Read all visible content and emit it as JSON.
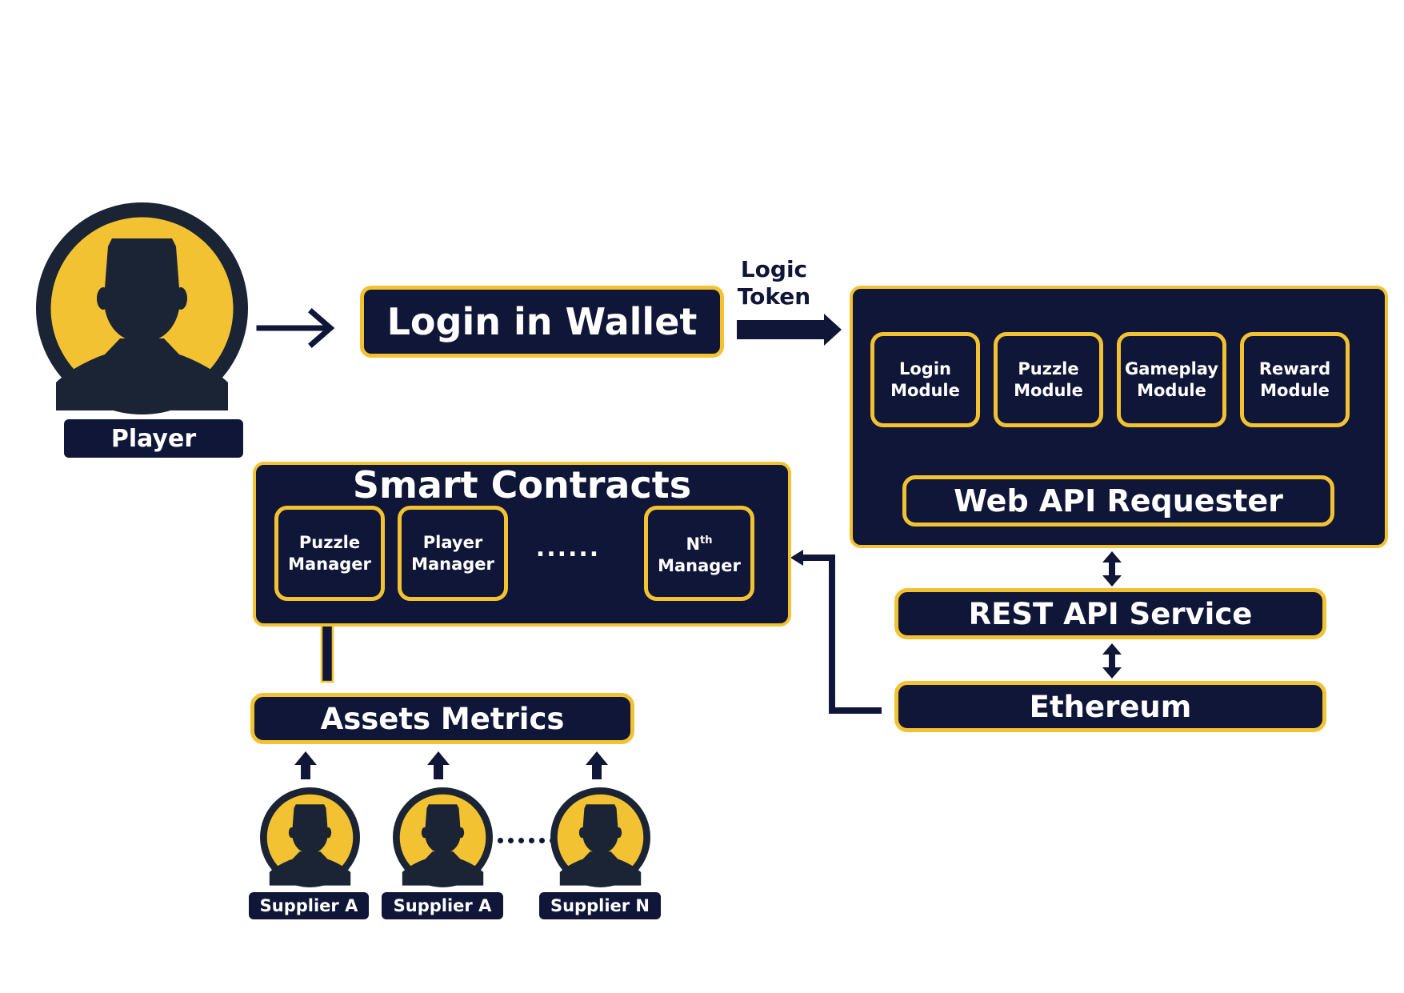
{
  "player": {
    "label": "Player"
  },
  "login_wallet": {
    "label": "Login in Wallet"
  },
  "logic_token": {
    "line1": "Logic",
    "line2": "Token"
  },
  "web_api_panel": {
    "modules": [
      {
        "line1": "Login",
        "line2": "Module"
      },
      {
        "line1": "Puzzle",
        "line2": "Module"
      },
      {
        "line1": "Gameplay",
        "line2": "Module"
      },
      {
        "line1": "Reward",
        "line2": "Module"
      }
    ],
    "requester": "Web API Requester"
  },
  "rest_api": {
    "label": "REST API Service"
  },
  "ethereum": {
    "label": "Ethereum"
  },
  "smart_contracts": {
    "title": "Smart Contracts",
    "managers": [
      {
        "line1": "Puzzle",
        "line2": "Manager"
      },
      {
        "line1": "Player",
        "line2": "Manager"
      }
    ],
    "ellipsis": "......",
    "nth": {
      "base": "N",
      "sup": "th",
      "line2": "Manager"
    }
  },
  "assets_metrics": {
    "label": "Assets Metrics"
  },
  "suppliers": [
    {
      "label": "Supplier A"
    },
    {
      "label": "Supplier A"
    },
    {
      "label": "Supplier N"
    }
  ],
  "colors": {
    "navy": "#0f1638",
    "gold": "#f2c233",
    "avatar_dark": "#1b2434"
  }
}
